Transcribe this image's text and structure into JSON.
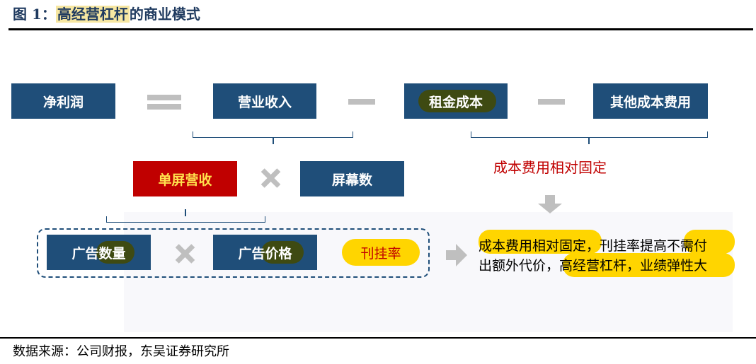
{
  "header": {
    "prefix": "图 1：",
    "highlight": "高经营杠杆",
    "suffix": "的商业模式"
  },
  "row1": {
    "net_profit": "净利润",
    "revenue": "营业收入",
    "rent_cost": "租金成本",
    "other_costs": "其他成本费用"
  },
  "row2": {
    "per_screen_revenue": "单屏营收",
    "screen_count": "屏幕数",
    "fixed_costs_label": "成本费用相对固定"
  },
  "row3": {
    "ad_quantity_prefix": "广告",
    "ad_quantity_suffix": "数量",
    "ad_price_prefix": "广告",
    "ad_price_suffix": "价格",
    "placement_rate": "刊挂率"
  },
  "conclusion": {
    "line1": "成本费用相对固定，刊挂率提高不需付",
    "line2": "出额外代价，高经营杠杆，业绩弹性大"
  },
  "footer": {
    "source": "数据来源：公司财报，东吴证券研究所"
  },
  "colors": {
    "navy": "#1f4e79",
    "red": "#c00000",
    "yellow": "#ffd500",
    "gray": "#bfbfbf"
  }
}
